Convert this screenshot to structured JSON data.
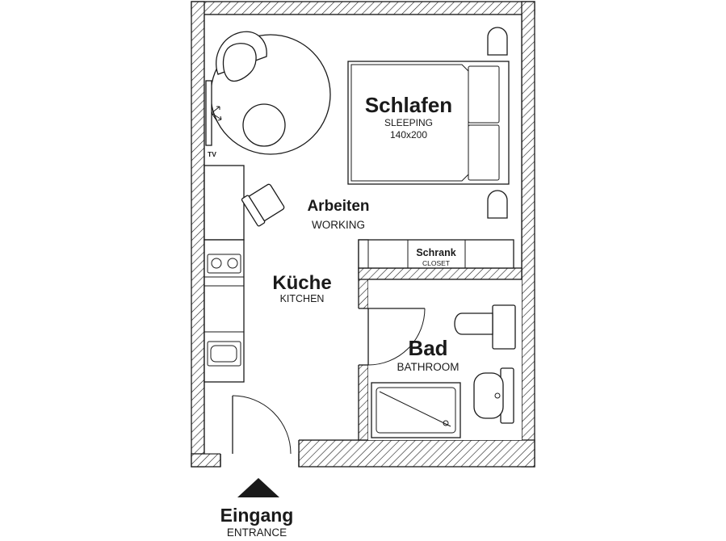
{
  "rooms": {
    "schlafen": {
      "title": "Schlafen",
      "subtitle": "SLEEPING",
      "size": "140x200"
    },
    "arbeiten": {
      "title": "Arbeiten",
      "subtitle": "WORKING"
    },
    "kueche": {
      "title": "Küche",
      "subtitle": "KITCHEN"
    },
    "bad": {
      "title": "Bad",
      "subtitle": "BATHROOM"
    },
    "schrank": {
      "title": "Schrank",
      "subtitle": "CLOSET"
    }
  },
  "tv": {
    "label": "TV"
  },
  "entrance": {
    "title": "Eingang",
    "subtitle": "ENTRANCE"
  },
  "colors": {
    "line": "#1a1a1a",
    "background": "#ffffff"
  }
}
